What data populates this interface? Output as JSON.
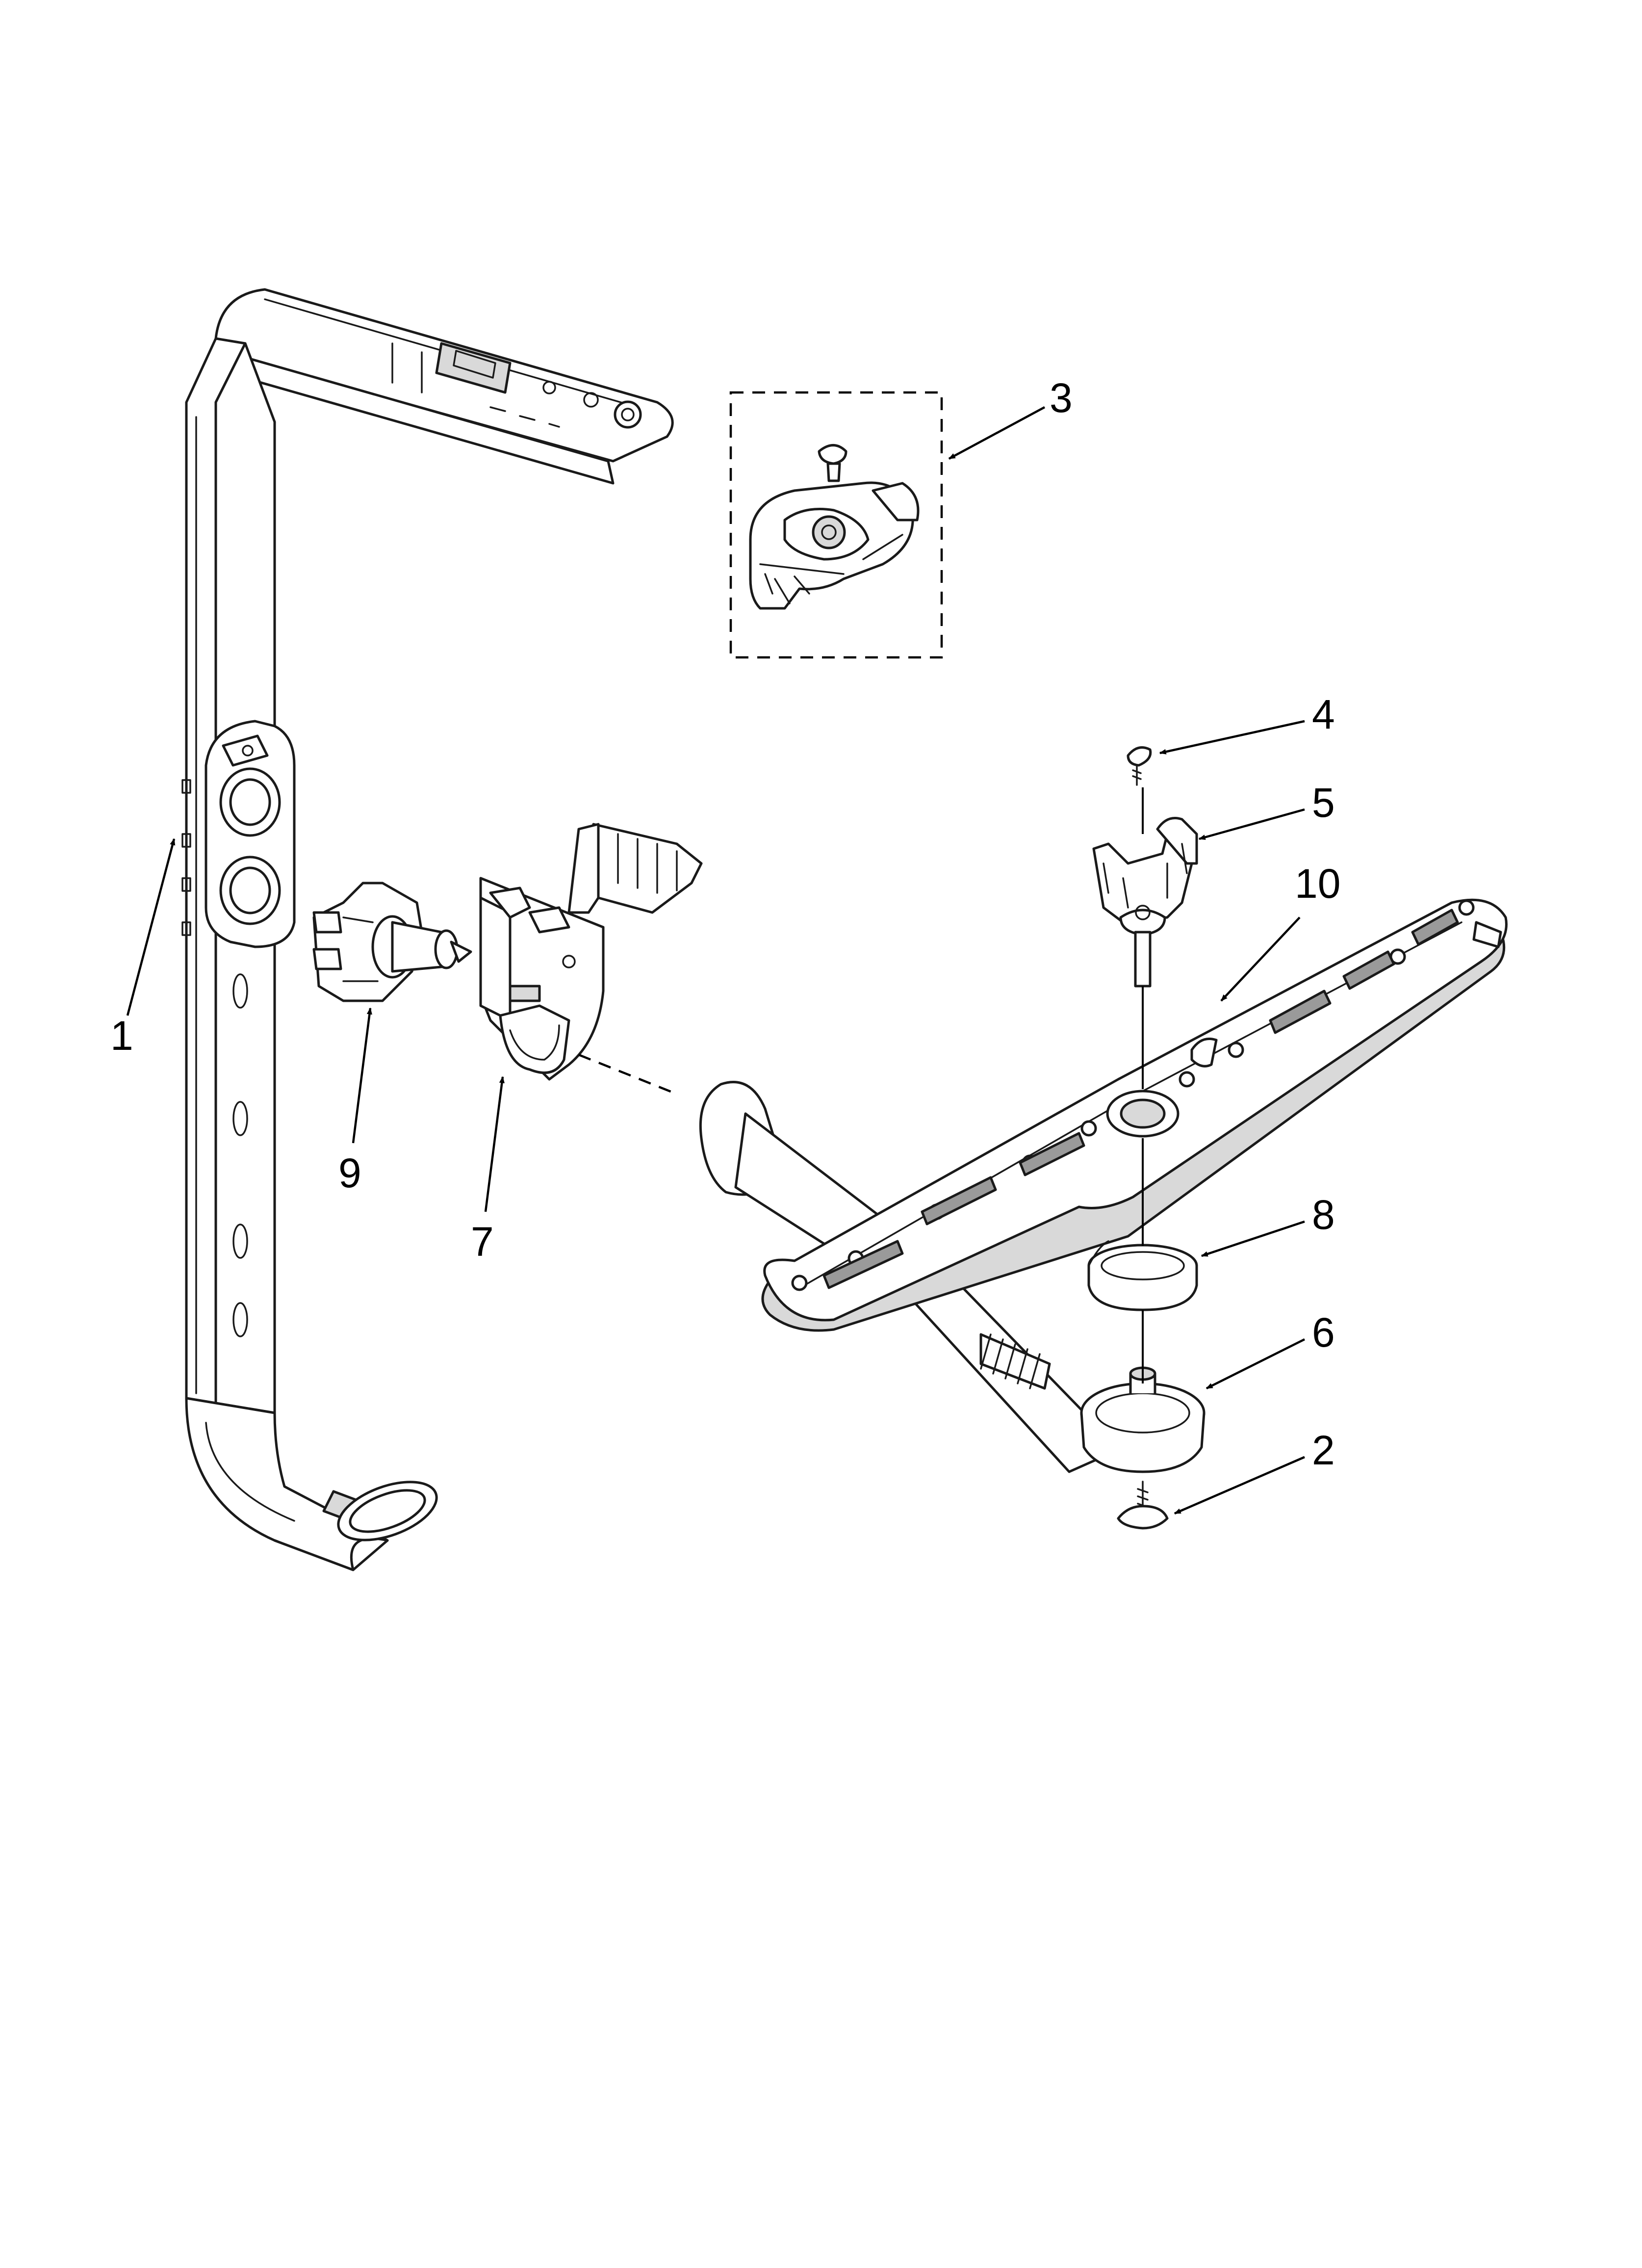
{
  "callouts": {
    "part_1": "1",
    "part_2": "2",
    "part_3": "3",
    "part_4": "4",
    "part_5": "5",
    "part_6": "6",
    "part_7": "7",
    "part_8": "8",
    "part_9": "9",
    "part_10": "10"
  },
  "colors": {
    "line": "#1a1a1a",
    "part_fill": "#ffffff",
    "shading": "#d9d9d9"
  }
}
